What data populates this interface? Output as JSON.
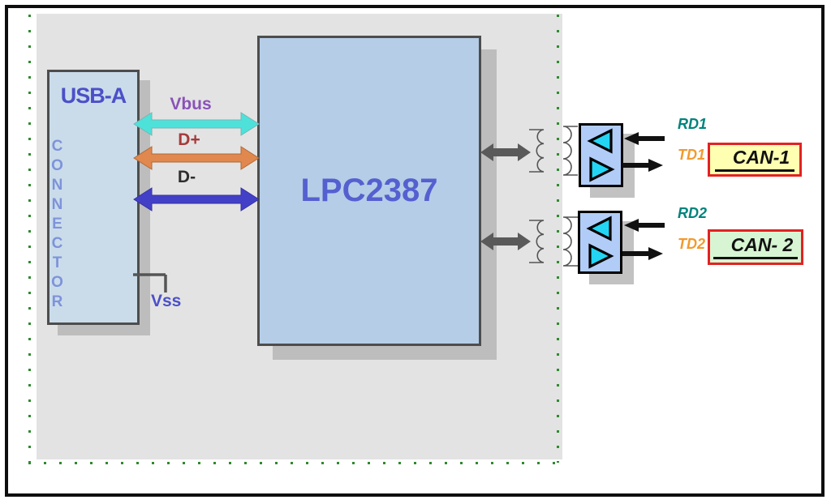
{
  "diagram": {
    "usb": {
      "title": "USB-A",
      "vertical_label": "CONNECTOR"
    },
    "mcu_label": "LPC2387",
    "signals": {
      "vbus": "Vbus",
      "d_plus": "D+",
      "d_minus": "D-",
      "vss": "Vss"
    },
    "channels": [
      {
        "rd_label": "RD1",
        "td_label": "TD1",
        "bus_label": "CAN-1"
      },
      {
        "rd_label": "RD2",
        "td_label": "TD2",
        "bus_label": "CAN- 2"
      }
    ],
    "colors": {
      "vbus_arrow": "#4ee1da",
      "d_plus_arrow": "#e1884f",
      "d_minus_arrow": "#4340c8",
      "bus_arrow_gray": "#5a5a5a",
      "signal_arrow_black": "#111111",
      "rd_label": "#00837c",
      "td_label": "#f29a2e",
      "can1_fill": "#feffb0",
      "can2_fill": "#d7f5d3",
      "can_border": "#e32222",
      "usb_block_fill": "#cadcea",
      "mcu_block_fill": "#b5cde7",
      "transceiver_fill": "#b1cdf7",
      "triangle_fill": "#23d5f3",
      "label_blue": "#4b50c8",
      "isolation_dotted_green": "#2f8b2f"
    }
  }
}
